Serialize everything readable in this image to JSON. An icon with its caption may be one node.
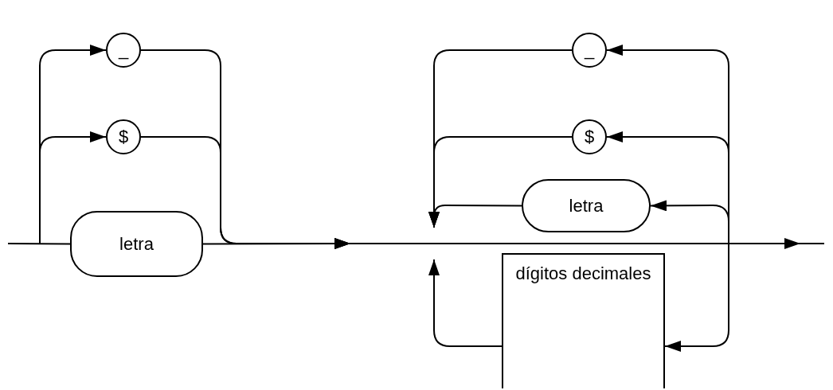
{
  "diagram": {
    "nodes": [
      {
        "text": [
          "_"
        ]
      },
      {
        "text": [
          "$"
        ]
      },
      {
        "text": [
          "letra"
        ]
      },
      {
        "text": [
          "_"
        ]
      },
      {
        "text": [
          "$"
        ]
      },
      {
        "text": [
          "letra"
        ]
      },
      {
        "text": [
          "dígitos decimales"
        ]
      }
    ],
    "edges": [
      {
        "from": null,
        "to": 0,
        "arrow": "to"
      },
      {
        "from": null,
        "to": 1,
        "arrow": "to"
      },
      {
        "from": null,
        "to": 2,
        "arrow": "none"
      },
      {
        "from": 0,
        "to": null,
        "arrow": "to"
      },
      {
        "from": 1,
        "to": null,
        "arrow": "to"
      },
      {
        "from": 2,
        "to": null,
        "arrow": "to"
      },
      {
        "from": null,
        "to": 3,
        "arrow": "to"
      },
      {
        "from": null,
        "to": 4,
        "arrow": "to"
      },
      {
        "from": null,
        "to": 5,
        "arrow": "to"
      },
      {
        "from": null,
        "to": 6,
        "arrow": "to"
      },
      {
        "from": 3,
        "to": null,
        "arrow": "to"
      },
      {
        "from": 4,
        "to": null,
        "arrow": "to"
      },
      {
        "from": 5,
        "to": null,
        "arrow": "to"
      },
      {
        "from": 6,
        "to": null,
        "arrow": "to"
      }
    ]
  }
}
